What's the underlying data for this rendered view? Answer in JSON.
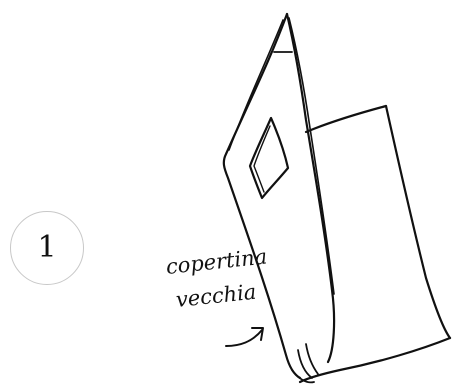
{
  "step": {
    "number": "1"
  },
  "sketch": {
    "annotation_line1": "copertina",
    "annotation_line2": "vecchia",
    "icon": "old-cover-book-sketch"
  },
  "colors": {
    "ink": "#111111",
    "badge_border": "#c8c8c8",
    "background": "#ffffff"
  }
}
